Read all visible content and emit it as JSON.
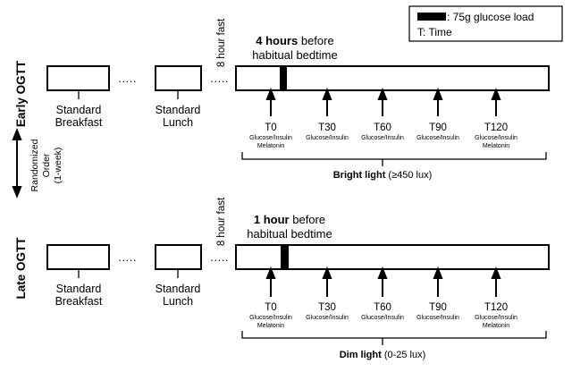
{
  "legend": {
    "glucose_load": ": 75g glucose load",
    "time": "T: Time"
  },
  "randomized": {
    "line1": "Randomized",
    "line2": "Order",
    "line3": "(1-week)"
  },
  "early": {
    "row_label": "Early OGTT",
    "fast": "8 hour fast",
    "hours_bold": "4 hours",
    "hours_rest": " before",
    "bedtime": "habitual bedtime",
    "breakfast_1": "Standard",
    "breakfast_2": "Breakfast",
    "lunch_1": "Standard",
    "lunch_2": "Lunch",
    "dots_1": "·····",
    "dots_2": "·····",
    "light_bold": "Bright light",
    "light_rest": " (≥450 lux)",
    "timepoints": [
      {
        "label": "T0",
        "sub1": "Glucose/Insulin",
        "sub2": "Melatonin"
      },
      {
        "label": "T30",
        "sub1": "Glucose/Insulin",
        "sub2": ""
      },
      {
        "label": "T60",
        "sub1": "Glucose/Insulin",
        "sub2": ""
      },
      {
        "label": "T90",
        "sub1": "Glucose/Insulin",
        "sub2": ""
      },
      {
        "label": "T120",
        "sub1": "Glucose/Insulin",
        "sub2": "Melatonin"
      }
    ]
  },
  "late": {
    "row_label": "Late OGTT",
    "fast": "8 hour fast",
    "hours_bold": "1 hour",
    "hours_rest": " before",
    "bedtime": "habitual bedtime",
    "breakfast_1": "Standard",
    "breakfast_2": "Breakfast",
    "lunch_1": "Standard",
    "lunch_2": "Lunch",
    "dots_1": "·····",
    "dots_2": "·····",
    "light_bold": "Dim light",
    "light_rest": " (0-25 lux)",
    "timepoints": [
      {
        "label": "T0",
        "sub1": "Glucose/Insulin",
        "sub2": "Melatonin"
      },
      {
        "label": "T30",
        "sub1": "Glucose/Insulin",
        "sub2": ""
      },
      {
        "label": "T60",
        "sub1": "Glucose/Insulin",
        "sub2": ""
      },
      {
        "label": "T90",
        "sub1": "Glucose/Insulin",
        "sub2": ""
      },
      {
        "label": "T120",
        "sub1": "Glucose/Insulin",
        "sub2": "Melatonin"
      }
    ]
  }
}
